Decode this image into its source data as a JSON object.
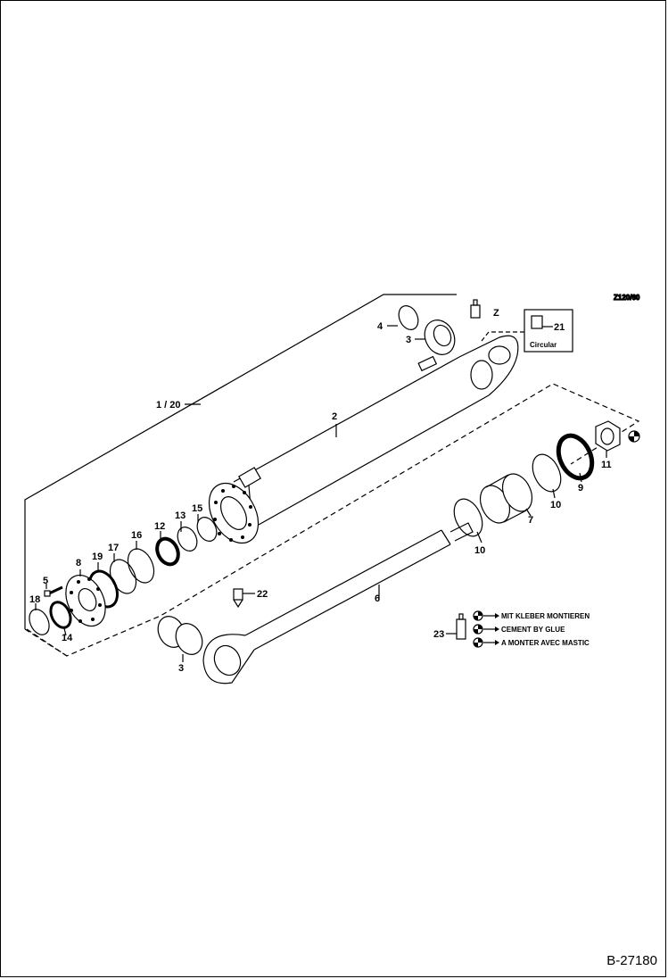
{
  "drawing_code": "Z120/60",
  "doc_number": "B-27180",
  "callouts": {
    "c1_20": "1 / 20",
    "c2": "2",
    "c3a": "3",
    "c3b": "3",
    "c4": "4",
    "c5": "5",
    "c6": "6",
    "c7": "7",
    "c8": "8",
    "c9": "9",
    "c10a": "10",
    "c10b": "10",
    "c11": "11",
    "c12": "12",
    "c13": "13",
    "c14": "14",
    "c15": "15",
    "c16": "16",
    "c17": "17",
    "c18": "18",
    "c19": "19",
    "c21": "21",
    "c22": "22",
    "c23": "23",
    "cZ": "Z"
  },
  "circular_label": "Circular",
  "glue_notes": [
    "MIT KLEBER MONTIEREN",
    "CEMENT BY GLUE",
    "A MONTER AVEC MASTIC"
  ],
  "colors": {
    "line": "#000000",
    "background": "#ffffff"
  }
}
